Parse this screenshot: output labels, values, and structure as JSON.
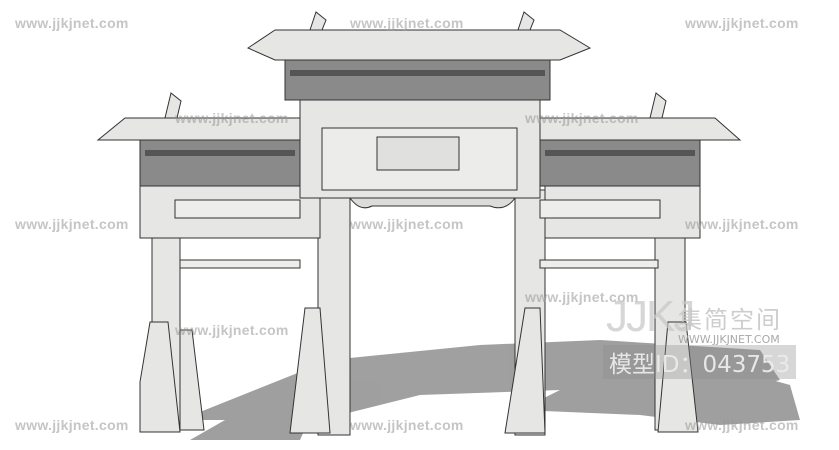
{
  "watermark": "www.jjkjnet.com",
  "logo": {
    "letters": "JJKJ",
    "name_cn": "集简空间",
    "url": "WWW.JJKJNET.COM"
  },
  "model_id": "模型ID：043753",
  "colors": {
    "stone": "#e6e6e4",
    "shadow": "#8c8c8c",
    "line": "#333333"
  }
}
